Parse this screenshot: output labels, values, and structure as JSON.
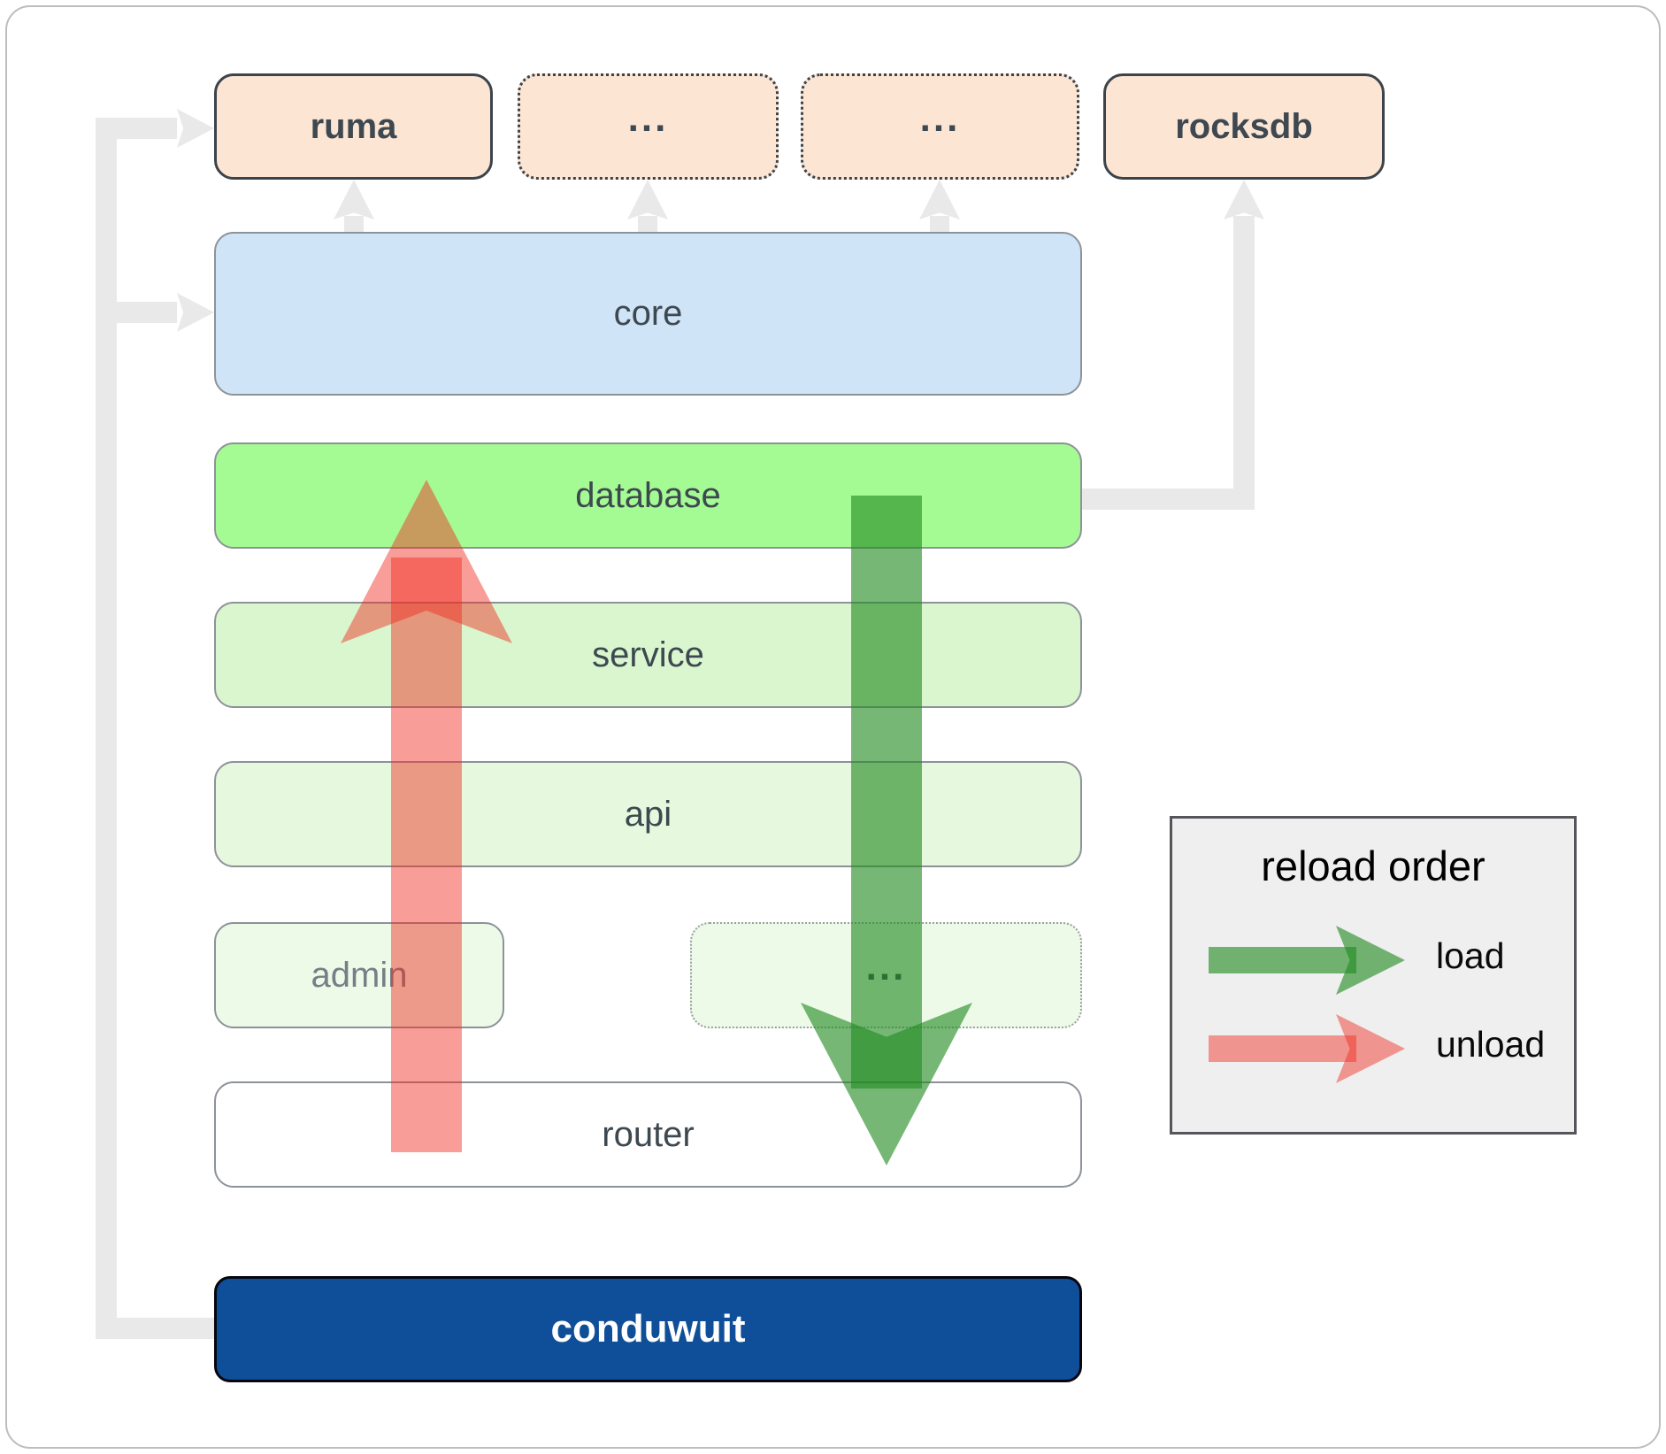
{
  "boxes": {
    "ruma": "ruma",
    "ellipsis_top_1": "...",
    "ellipsis_top_2": "...",
    "rocksdb": "rocksdb",
    "core": "core",
    "database": "database",
    "service": "service",
    "api": "api",
    "admin": "admin",
    "ellipsis_admin": "...",
    "router": "router",
    "conduwuit": "conduwuit"
  },
  "legend": {
    "title": "reload order",
    "load_label": "load",
    "unload_label": "unload"
  },
  "colors": {
    "top_box_fill": "#fce5d3",
    "core_fill": "#d0e4f8",
    "database_fill": "#a5fb93",
    "service_fill": "#d9f6ce",
    "api_fill": "#e6f8dd",
    "admin_fill": "#edfae7",
    "conduwuit_fill": "#0f4f99",
    "load_arrow": "#228B22",
    "unload_arrow": "#F02A1E",
    "connector_gray": "#e9e9e9",
    "legend_fill": "#efefef"
  }
}
